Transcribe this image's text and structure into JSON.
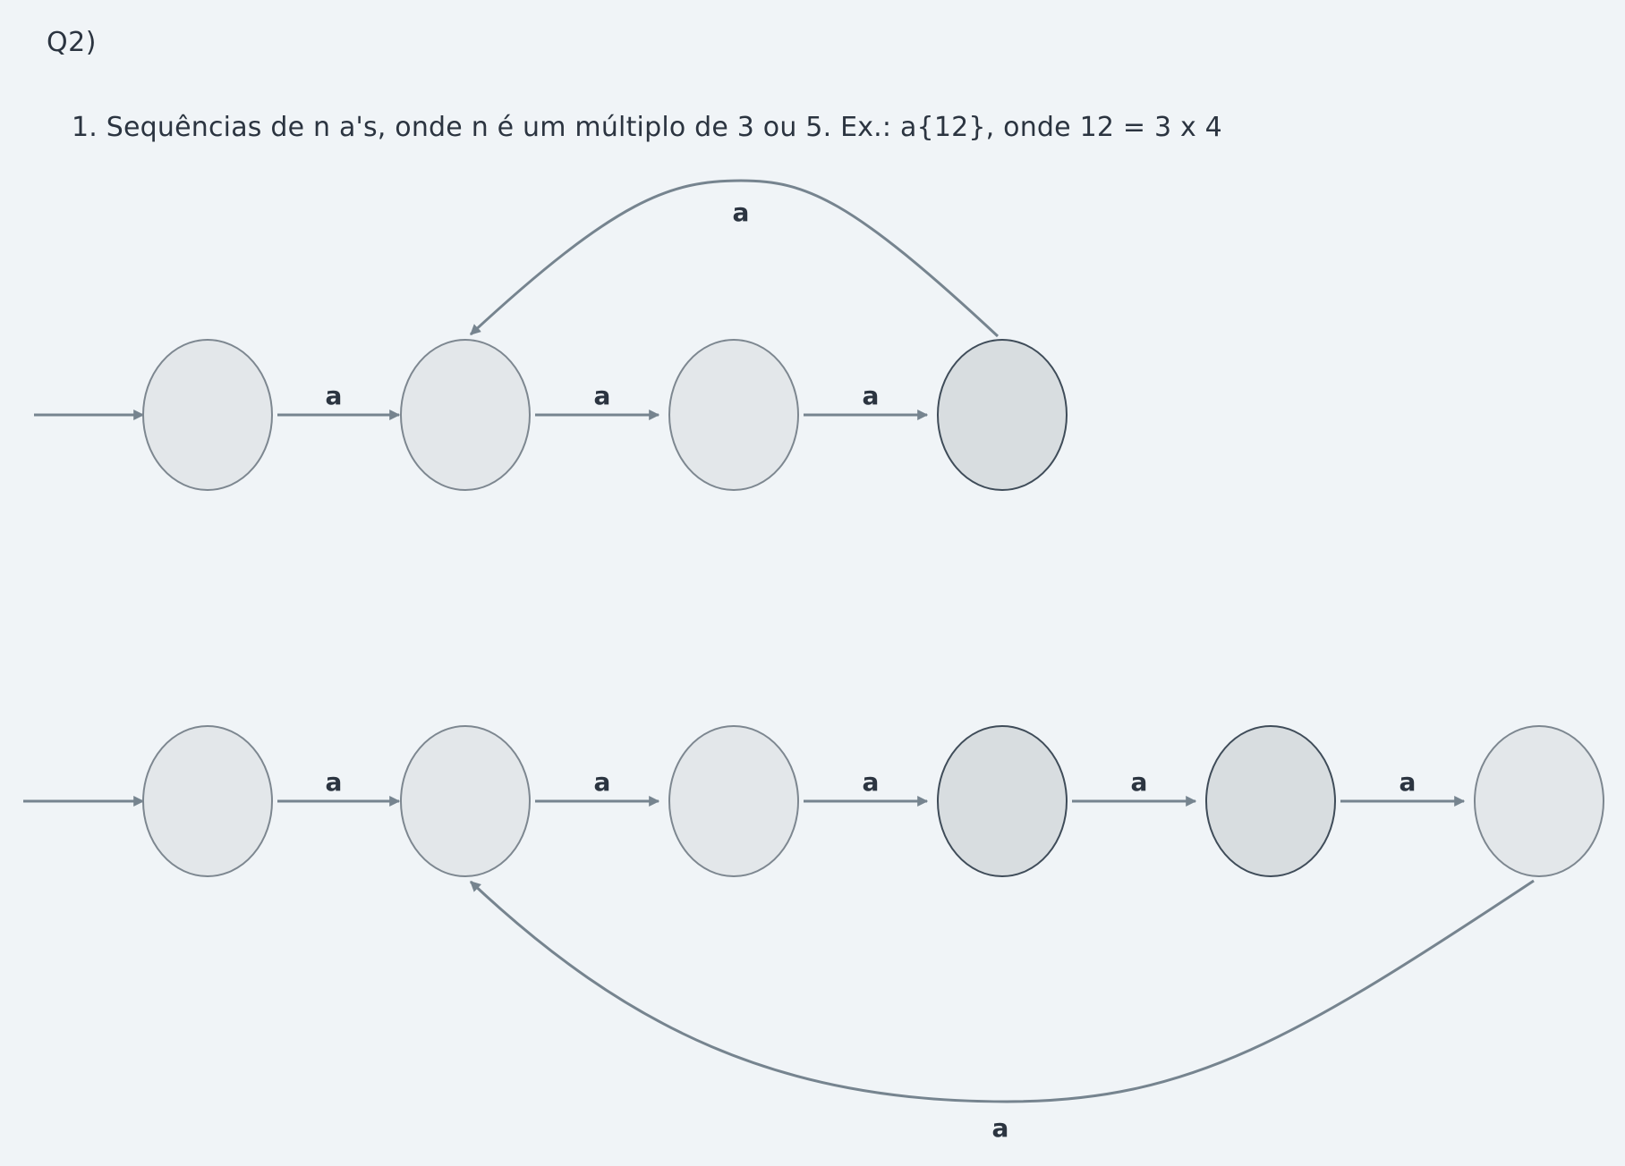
{
  "heading": "Q2)",
  "problem": "1. Sequências de n a's, onde n é um múltiplo de 3 ou 5. Ex.: a{12}, onde 12 = 3 x 4",
  "automaton_1": {
    "states": [
      {
        "id": "q0",
        "final": false
      },
      {
        "id": "q1",
        "final": false
      },
      {
        "id": "q2",
        "final": false
      },
      {
        "id": "q3",
        "final": true
      }
    ],
    "transitions": [
      {
        "from": "start",
        "to": "q0",
        "label": ""
      },
      {
        "from": "q0",
        "to": "q1",
        "label": "a"
      },
      {
        "from": "q1",
        "to": "q2",
        "label": "a"
      },
      {
        "from": "q2",
        "to": "q3",
        "label": "a"
      },
      {
        "from": "q3",
        "to": "q1",
        "label": "a"
      }
    ]
  },
  "automaton_2": {
    "states": [
      {
        "id": "p0",
        "final": false
      },
      {
        "id": "p1",
        "final": false
      },
      {
        "id": "p2",
        "final": false
      },
      {
        "id": "p3",
        "final": true
      },
      {
        "id": "p4",
        "final": true
      },
      {
        "id": "p5",
        "final": false
      }
    ],
    "transitions": [
      {
        "from": "start",
        "to": "p0",
        "label": ""
      },
      {
        "from": "p0",
        "to": "p1",
        "label": "a"
      },
      {
        "from": "p1",
        "to": "p2",
        "label": "a"
      },
      {
        "from": "p2",
        "to": "p3",
        "label": "a"
      },
      {
        "from": "p3",
        "to": "p4",
        "label": "a"
      },
      {
        "from": "p4",
        "to": "p5",
        "label": "a"
      },
      {
        "from": "p5",
        "to": "p1",
        "label": "a"
      }
    ]
  },
  "colors": {
    "background": "#f0f4f7",
    "state_fill": "#e3e7ea",
    "state_stroke": "#7d8790",
    "final_fill": "#d8dde0",
    "final_stroke": "#3f4c59",
    "edge": "#76848f",
    "text": "#2b3440"
  }
}
